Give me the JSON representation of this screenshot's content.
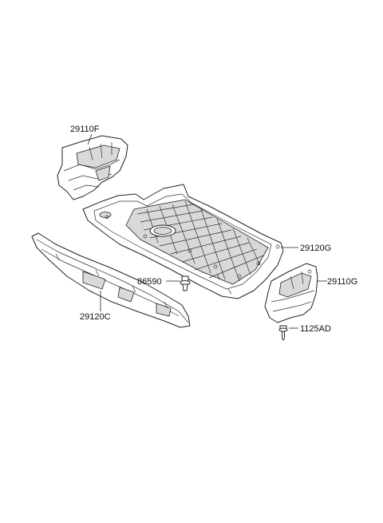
{
  "parts": [
    {
      "id": "29110F",
      "label": "29110F"
    },
    {
      "id": "29120G",
      "label": "29120G"
    },
    {
      "id": "29110G",
      "label": "29110G"
    },
    {
      "id": "86590",
      "label": "86590"
    },
    {
      "id": "29120C",
      "label": "29120C"
    },
    {
      "id": "1125AD",
      "label": "1125AD"
    }
  ]
}
